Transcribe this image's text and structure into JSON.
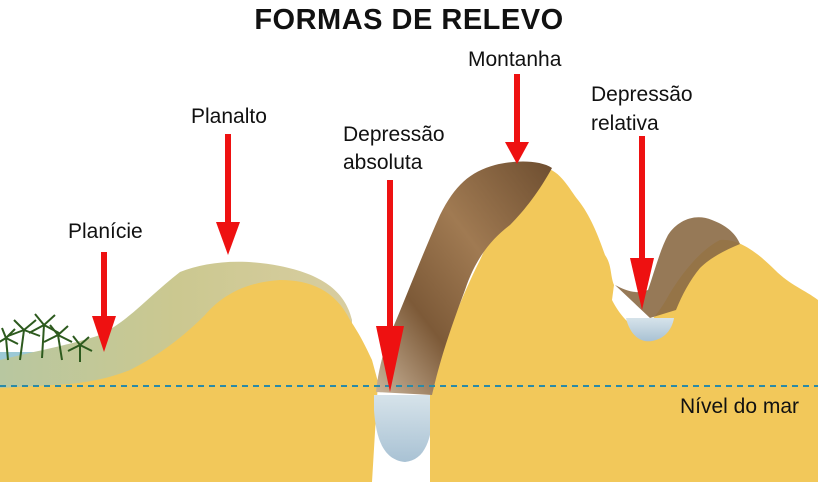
{
  "title": "FORMAS DE RELEVO",
  "labels": {
    "planicie": "Planície",
    "planalto": "Planalto",
    "depressao_absoluta_1": "Depressão",
    "depressao_absoluta_2": "absoluta",
    "montanha": "Montanha",
    "depressao_relativa_1": "Depressão",
    "depressao_relativa_2": "relativa",
    "nivel_mar": "Nível do mar"
  },
  "colors": {
    "earth": "#f2c85a",
    "earth_dark": "#e9b845",
    "plateau_green": "#c9c88a",
    "mountain_brown": "#8b6a45",
    "water": "#b9d3e0",
    "sea": "#7fb6c9",
    "arrow_red": "#ee1111",
    "sea_level_line": "#2a8aa8"
  },
  "icons": [
    "palm-tree-icon",
    "arrow-down-icon"
  ]
}
